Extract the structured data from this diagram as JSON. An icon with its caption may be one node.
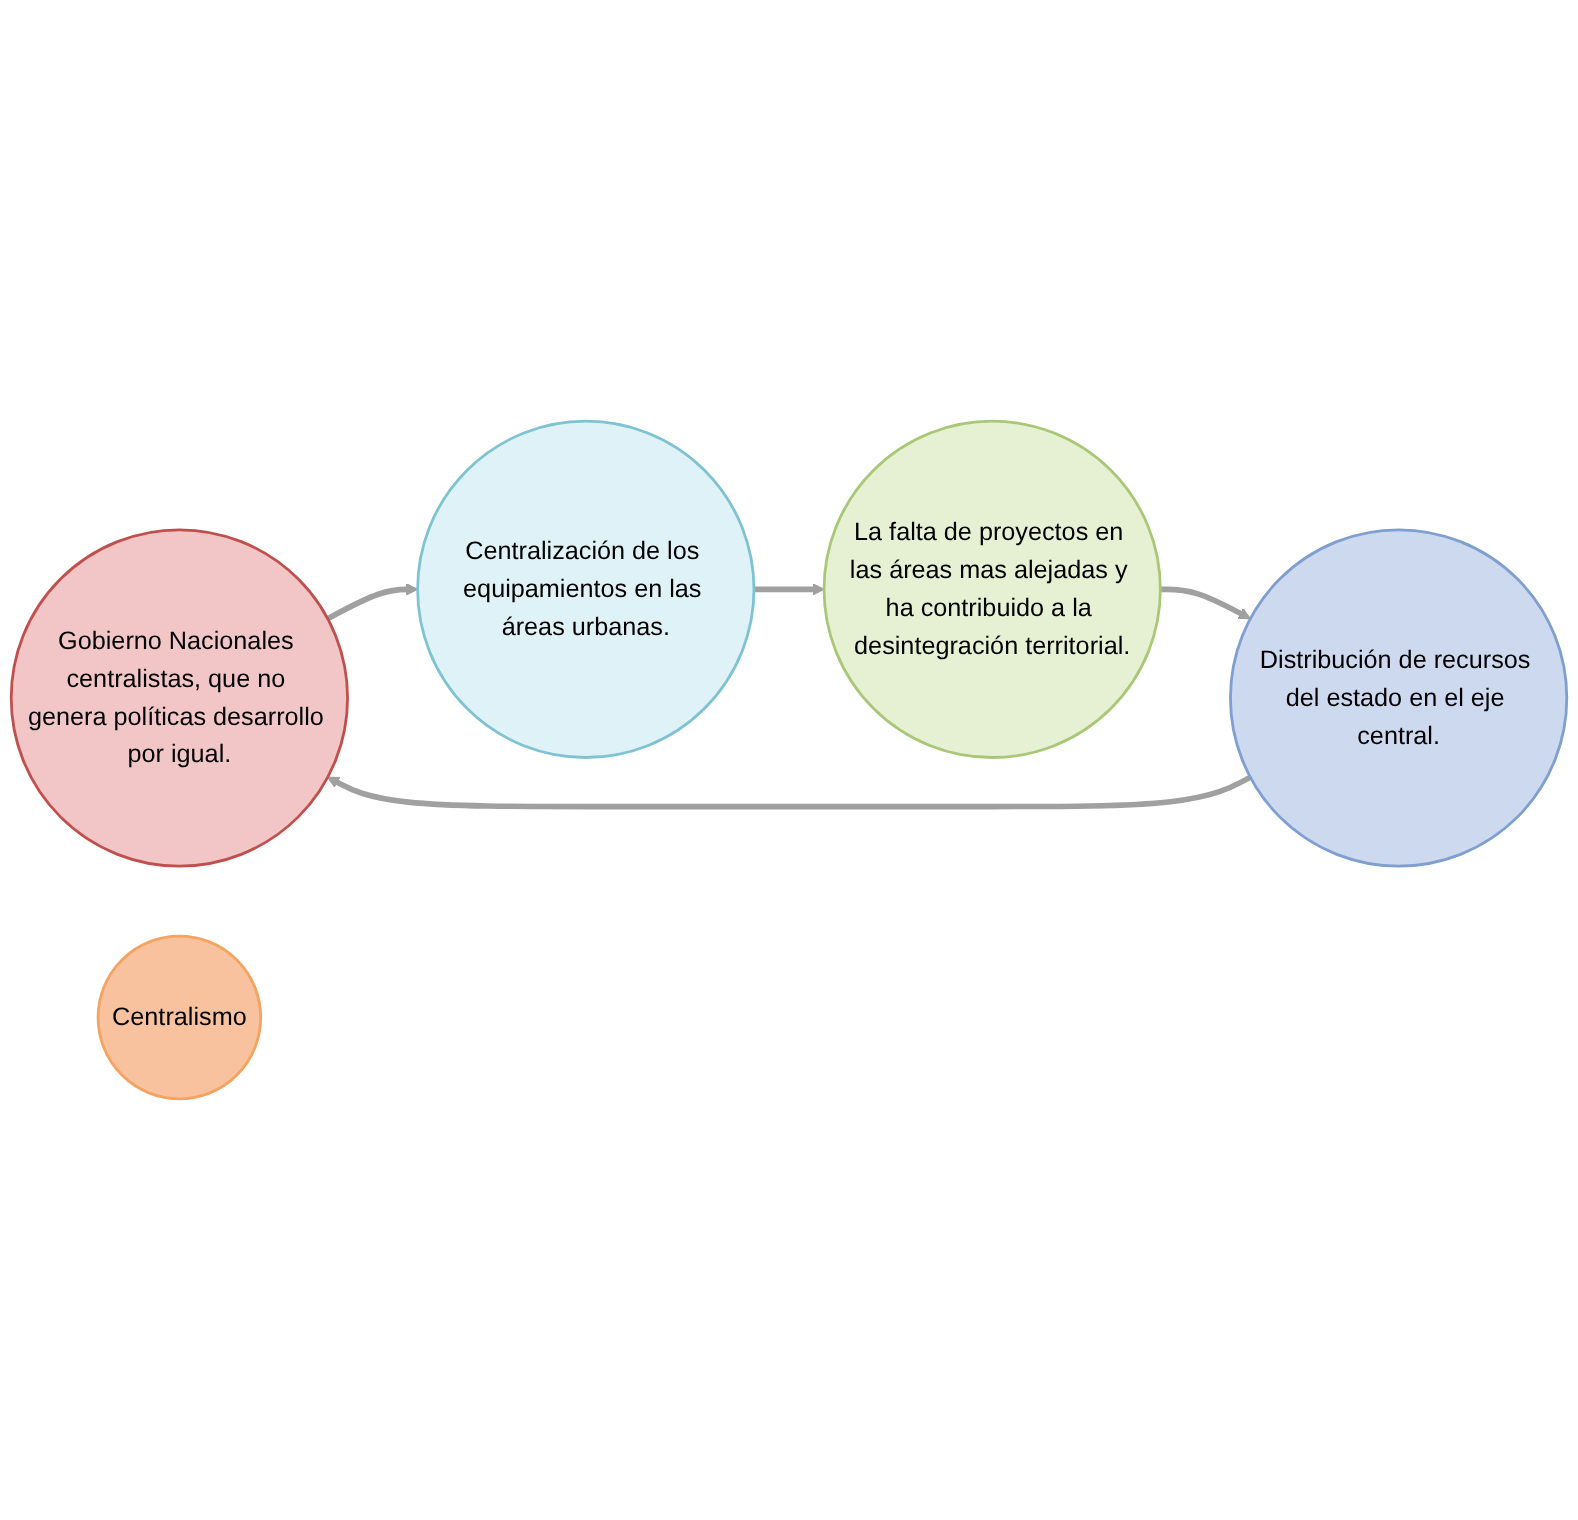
{
  "diagram": {
    "nodes": [
      {
        "text": [
          "Gobierno Nacionales centralistas, que no genera políticas desarrollo por igual."
        ]
      },
      {
        "text": [
          "Distribución de recursos del estado en el eje central."
        ]
      },
      {
        "text": [
          "Centralismo"
        ]
      },
      {
        "text": [
          "Centralización de los equipamientos en las áreas urbanas."
        ]
      },
      {
        "text": [
          "La falta de proyectos en las áreas mas alejadas y ha contribuido a la desintegración territorial."
        ]
      }
    ],
    "edges": [
      {
        "from": 1,
        "to": 0,
        "arrow": "to"
      },
      {
        "from": 0,
        "to": 3,
        "arrow": "to"
      },
      {
        "from": 3,
        "to": 4,
        "arrow": "to"
      },
      {
        "from": 4,
        "to": 1,
        "arrow": "to"
      }
    ]
  }
}
